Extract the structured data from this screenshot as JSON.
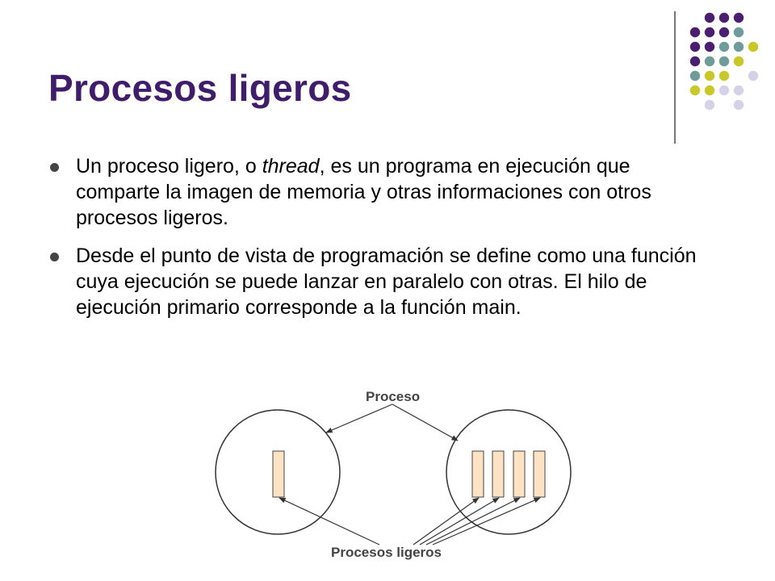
{
  "slide": {
    "title": "Procesos ligeros",
    "bullets": [
      {
        "before": "Un proceso ligero, o ",
        "emphasis": "thread",
        "after": ", es un programa en ejecución que comparte la imagen de memoria y otras informaciones con otros procesos ligeros."
      },
      {
        "text": "Desde el punto de vista de programación se define como una función cuya ejecución se puede lanzar en paralelo con otras. El hilo de ejecución primario corresponde a la función main."
      }
    ]
  },
  "diagram": {
    "label_top": "Proceso",
    "label_bottom": "Procesos ligeros",
    "left_process_threads": 1,
    "right_process_threads": 4,
    "thread_fill": "#fde3c4"
  },
  "colors": {
    "title": "#3f1d6b",
    "dot_purple": "#4b1f6f",
    "dot_teal": "#6f9b9a",
    "dot_yellow": "#c8c82a",
    "dot_lavender": "#d4d2e6"
  }
}
